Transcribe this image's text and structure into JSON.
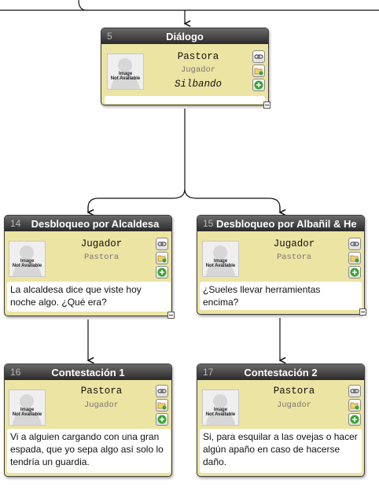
{
  "nodes": [
    {
      "id": "5",
      "title": "Diálogo",
      "speaker": "Pastora",
      "listener": "Jugador",
      "mood": "Silbando",
      "text": ""
    },
    {
      "id": "14",
      "title": "Desbloqueo por Alcaldesa",
      "speaker": "Jugador",
      "listener": "Pastora",
      "text": "La alcaldesa dice que viste hoy noche algo. ¿Qué era?"
    },
    {
      "id": "15",
      "title": "Desbloqueo por Albañil & He",
      "speaker": "Jugador",
      "listener": "Pastora",
      "text": "¿Sueles llevar herramientas encima?"
    },
    {
      "id": "16",
      "title": "Contestación 1",
      "speaker": "Pastora",
      "listener": "Jugador",
      "text": "Vi a alguien cargando con una gran espada, que yo sepa algo así solo lo tendría un guardia."
    },
    {
      "id": "17",
      "title": "Contestación 2",
      "speaker": "Pastora",
      "listener": "Jugador",
      "text": "Si, para esquilar a las ovejas o hacer algún apaño en caso de hacerse daño."
    }
  ],
  "placeholder_image": {
    "line1": "Image",
    "line2": "Not Available"
  },
  "icons": {
    "link": "link-icon",
    "folder": "folder-add-icon",
    "add": "add-icon",
    "collapse": "collapse-icon"
  },
  "colors": {
    "node_body": "#ece4a2",
    "header_dark": "#2a2a2a",
    "add_green": "#3aa335"
  }
}
